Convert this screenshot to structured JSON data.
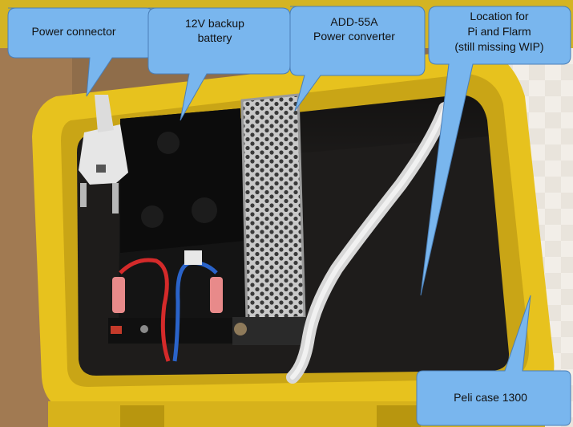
{
  "callouts": {
    "power_connector": [
      "Power connector"
    ],
    "battery": [
      "12V backup",
      "battery"
    ],
    "power_converter": [
      "ADD-55A",
      "Power converter"
    ],
    "pi_flarm": [
      "Location for",
      "Pi and Flarm",
      "(still missing WIP)"
    ],
    "peli_case": [
      "Peli case 1300"
    ]
  },
  "colors": {
    "callout_fill": "#79b6ee",
    "case_yellow": "#e7c21e",
    "foam": "#1e1c1b"
  }
}
